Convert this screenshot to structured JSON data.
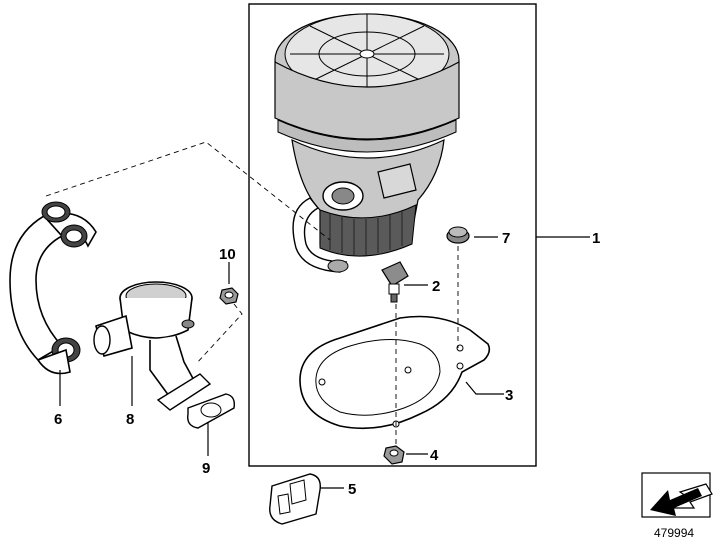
{
  "diagram": {
    "callouts": {
      "c1": "1",
      "c2": "2",
      "c3": "3",
      "c4": "4",
      "c5": "5",
      "c6": "6",
      "c7": "7",
      "c8": "8",
      "c9": "9",
      "c10": "10"
    },
    "document_number": "479994",
    "nav_icon": "arrow-down-left-icon"
  }
}
